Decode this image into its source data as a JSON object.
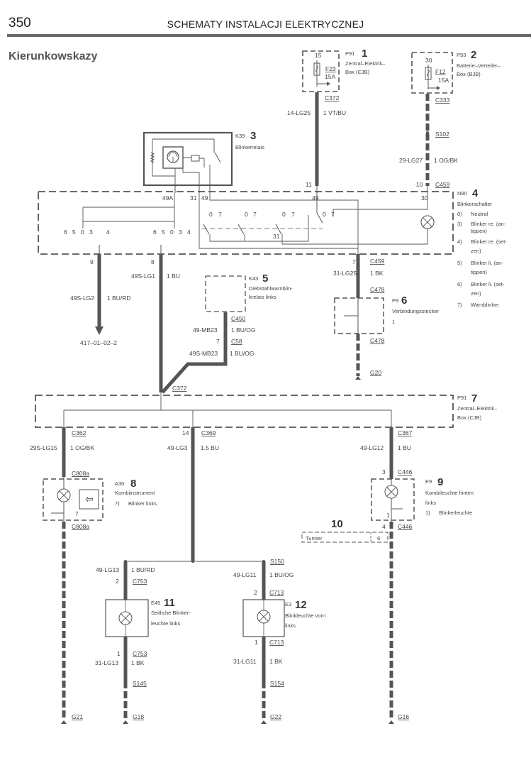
{
  "header": {
    "page_number": "350",
    "title": "SCHEMATY INSTALACJI ELEKTRYCZNEJ"
  },
  "section_title": "Kierunkowskazy",
  "components": {
    "c1": {
      "code": "P91",
      "num": "1",
      "line1": "Zentral–Elektrik–",
      "line2": "Box (CJB)",
      "terminal": "15",
      "fuse": "F23",
      "rating": "15A",
      "connector": "C372"
    },
    "c2": {
      "code": "P93",
      "num": "2",
      "line1": "Batterie–Verteiler–",
      "line2": "Box (BJB)",
      "terminal": "30",
      "fuse": "F12",
      "rating": "15A",
      "connector": "C333"
    },
    "c3": {
      "code": "K39",
      "num": "3",
      "line1": "Blinkerrelais",
      "pins": [
        "49A",
        "31",
        "49"
      ]
    },
    "c4": {
      "code": "N90",
      "num": "4",
      "line1": "Blinkerschalter",
      "legend": [
        {
          "k": "0)",
          "v": "Neutral"
        },
        {
          "k": "3)",
          "v": "Blinker re. (an-",
          "v2": "tippen)"
        },
        {
          "k": "4)",
          "v": "Blinker re. (set-",
          "v2": "zen)"
        },
        {
          "k": "5)",
          "v": "Blinker li. (an-",
          "v2": "tippen)"
        },
        {
          "k": "6)",
          "v": "Blinker li. (set-",
          "v2": "zen)"
        },
        {
          "k": "7)",
          "v": "Warnblinker"
        }
      ],
      "pins": {
        "p11": "11",
        "p10": "10",
        "p49": "49",
        "p30": "30",
        "p31": "31",
        "p9": "9",
        "p8": "8",
        "p7": "7"
      },
      "contacts_left": [
        "6",
        "5",
        "0",
        "3",
        "4"
      ],
      "contacts_mid": [
        "6",
        "5",
        "0",
        "3",
        "4"
      ],
      "contacts_07": [
        "0",
        "7"
      ]
    },
    "c5": {
      "code": "K43",
      "num": "5",
      "line1": "Diebstahlwarnblin-",
      "line2": "krelais links",
      "connector": "C450"
    },
    "c6": {
      "code": "P9",
      "num": "6",
      "line1": "Verbindungsstecker",
      "pin": "1",
      "connector_top": "C478",
      "connector_bottom": "C478"
    },
    "c7": {
      "code": "P91",
      "num": "7",
      "line1": "Zentral–Elektrik–",
      "line2": "Box (CJB)"
    },
    "c8": {
      "code": "A30",
      "num": "8",
      "line1": "Kombiinstrument",
      "k": "7)",
      "v": "Blinker links",
      "pin": "7",
      "connector": "C808a"
    },
    "c9": {
      "code": "E9",
      "num": "9",
      "line1": "Kombileuchte hinten",
      "line2": "links",
      "k": "1)",
      "v": "Blinkerleuchte",
      "pin_top": "3",
      "pin_in": "1",
      "pin_bottom": "4",
      "connector": "C446"
    },
    "c10": {
      "num": "10",
      "label": "Turnier",
      "pin": "6"
    },
    "c11": {
      "code": "E45",
      "num": "11",
      "line1": "Seitliche Blinker-",
      "line2": "leuchte links",
      "pin_top": "2",
      "pin_bottom": "1",
      "connector": "C753"
    },
    "c12": {
      "code": "E3",
      "num": "12",
      "line1": "Blinkleuchte vorn",
      "line2": "links",
      "pin_top": "2",
      "pin_bottom": "1",
      "connector": "C713"
    }
  },
  "wires": {
    "w_14lg25": {
      "id": "14-LG25",
      "spec": "1 VT/BU"
    },
    "w_29lg27": {
      "id": "29-LG27",
      "spec": "1 OG/BK"
    },
    "splice_s102": "S102",
    "conn_c459": "C459",
    "w_49slg2": {
      "id": "49S-LG2",
      "spec": "1 BU/RD"
    },
    "ref_417": "417–01–02–2",
    "w_49slg1": {
      "id": "49S-LG1",
      "spec": "1 BU"
    },
    "w_49mb23": {
      "id": "49-MB23",
      "spec": "1 BU/OG"
    },
    "conn_c58": "C58",
    "pin_c58": "7",
    "w_49smb23": {
      "id": "49S-MB23",
      "spec": "1 BU/OG"
    },
    "conn_c372": "C372",
    "w_31lg25": {
      "id": "31-LG25",
      "spec": "1 BK"
    },
    "conn_c459b": "C459",
    "ground_g20": "G20",
    "conn_c362": "C362",
    "w_29slg15": {
      "id": "29S-LG15",
      "spec": "1 OG/BK"
    },
    "pin_14": "14",
    "conn_c369": "C369",
    "w_49lg3": {
      "id": "49-LG3",
      "spec": "1.5 BU"
    },
    "conn_c367": "C367",
    "w_49lg12": {
      "id": "49-LG12",
      "spec": "1 BU"
    },
    "w_49lg13": {
      "id": "49-LG13",
      "spec": "1 BU/RD"
    },
    "splice_s150": "S150",
    "w_49lg11": {
      "id": "49-LG11",
      "spec": "1 BU/OG"
    },
    "w_31lg13": {
      "id": "31-LG13",
      "spec": "1 BK"
    },
    "splice_s145": "S145",
    "w_31lg11": {
      "id": "31-LG11",
      "spec": "1 BK"
    },
    "splice_s154": "S154",
    "ground_g21": "G21",
    "ground_g18": "G18",
    "ground_g22": "G22",
    "ground_g16": "G16"
  }
}
